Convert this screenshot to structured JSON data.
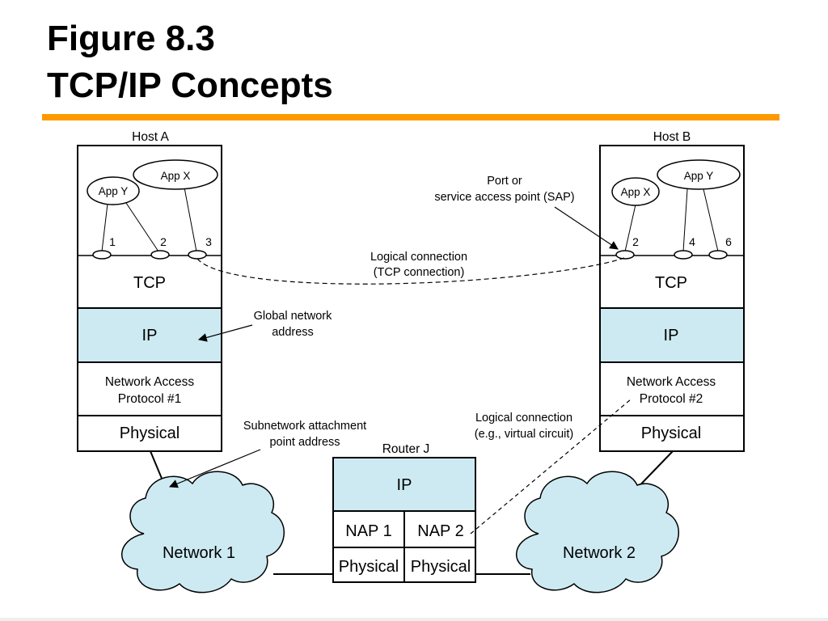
{
  "slide": {
    "title_line1": "Figure 8.3",
    "title_line2": "TCP/IP Concepts"
  },
  "host_a": {
    "label": "Host A",
    "app_small": "App Y",
    "app_large": "App X",
    "ports": [
      "1",
      "2",
      "3"
    ],
    "tcp": "TCP",
    "ip": "IP",
    "nap_line1": "Network Access",
    "nap_line2": "Protocol #1",
    "physical": "Physical"
  },
  "host_b": {
    "label": "Host B",
    "app_small": "App X",
    "app_large": "App Y",
    "ports": [
      "2",
      "4",
      "6"
    ],
    "tcp": "TCP",
    "ip": "IP",
    "nap_line1": "Network Access",
    "nap_line2": "Protocol #2",
    "physical": "Physical"
  },
  "router": {
    "label": "Router J",
    "ip": "IP",
    "nap1": "NAP 1",
    "nap2": "NAP 2",
    "physical1": "Physical",
    "physical2": "Physical"
  },
  "networks": {
    "network1": "Network 1",
    "network2": "Network 2"
  },
  "annotations": {
    "sap_line1": "Port or",
    "sap_line2": "service access point (SAP)",
    "logical_tcp_line1": "Logical connection",
    "logical_tcp_line2": "(TCP connection)",
    "global_line1": "Global network",
    "global_line2": "address",
    "subnet_line1": "Subnetwork attachment",
    "subnet_line2": "point address",
    "logical_vc_line1": "Logical connection",
    "logical_vc_line2": "(e.g., virtual circuit)"
  },
  "colors": {
    "ip_fill": "#cdeaf2",
    "cloud_fill": "#cdeaf2",
    "rule": "#ff9900"
  }
}
